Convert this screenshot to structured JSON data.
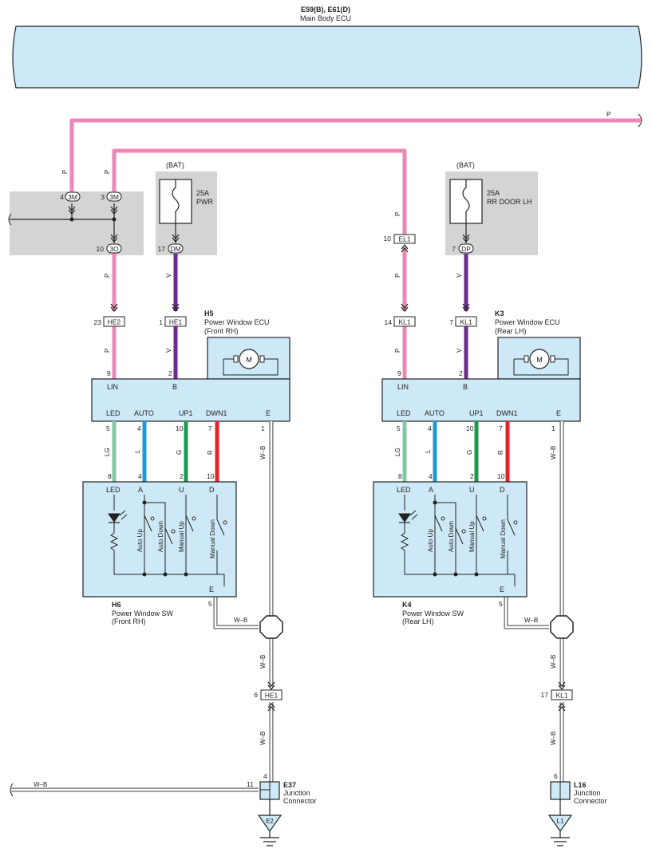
{
  "colors": {
    "pink": "#ef86b8",
    "violet": "#6a2d8f",
    "light_green": "#7fc9a4",
    "blue": "#1d9ad6",
    "green": "#1a9a4a",
    "red": "#e8232a",
    "box_fill": "#cde9f7",
    "grey_fill": "#d4d4d4"
  },
  "main_ecu": {
    "code": "E59(B), E61(D)",
    "name": "Main Body ECU"
  },
  "top_wire_label": "P",
  "fuse_pwr": {
    "source": "(BAT)",
    "rating": "25A",
    "name": "PWR"
  },
  "fuse_rr": {
    "source": "(BAT)",
    "rating": "25A",
    "name": "RR DOOR LH"
  },
  "connectors": {
    "c3m_a": {
      "pin": "4",
      "name": "3M"
    },
    "c3m_b": {
      "pin": "3",
      "name": "3M"
    },
    "c3o": {
      "pin": "10",
      "name": "3O"
    },
    "cdm": {
      "pin": "17",
      "name": "DM"
    },
    "he2": {
      "pin": "23",
      "name": "HE2"
    },
    "he1_b": {
      "pin": "1",
      "name": "HE1"
    },
    "el1": {
      "pin": "10",
      "name": "EL1"
    },
    "cdp": {
      "pin": "7",
      "name": "DP"
    },
    "kl1_a": {
      "pin": "14",
      "name": "KL1"
    },
    "kl1_b": {
      "pin": "7",
      "name": "KL1"
    },
    "he1_e": {
      "pin": "6",
      "name": "HE1"
    },
    "kl1_e": {
      "pin": "17",
      "name": "KL1"
    }
  },
  "wire_codes": {
    "p": "P",
    "v": "V",
    "lg": "LG",
    "l": "L",
    "g": "G",
    "r": "R",
    "wb": "W–B"
  },
  "ecu_front": {
    "code": "H5",
    "name": "Power Window ECU",
    "sub": "(Front RH)",
    "lin_pin": "9",
    "b_pin": "2",
    "labels": {
      "lin": "LIN",
      "b": "B",
      "led": "LED",
      "auto": "AUTO",
      "up1": "UP1",
      "dwn1": "DWN1",
      "e": "E"
    },
    "pins": {
      "led": "5",
      "auto": "4",
      "up1": "10",
      "dwn1": "7",
      "e": "1"
    },
    "motor": "M"
  },
  "ecu_rear": {
    "code": "K3",
    "name": "Power Window ECU",
    "sub": "(Rear LH)",
    "lin_pin": "9",
    "b_pin": "2",
    "labels": {
      "lin": "LIN",
      "b": "B",
      "led": "LED",
      "auto": "AUTO",
      "up1": "UP1",
      "dwn1": "DWN1",
      "e": "E"
    },
    "pins": {
      "led": "5",
      "auto": "4",
      "up1": "10",
      "dwn1": "7",
      "e": "1"
    },
    "motor": "M"
  },
  "sw_front": {
    "code": "H6",
    "name": "Power Window SW",
    "sub": "(Front RH)",
    "pins": {
      "led": "8",
      "a": "4",
      "u": "2",
      "d": "10",
      "e": "5"
    },
    "labels": {
      "led": "LED",
      "a": "A",
      "u": "U",
      "d": "D",
      "e": "E"
    },
    "switches": {
      "auto_up": "Auto Up",
      "auto_down": "Auto Down",
      "manual_up": "Manual Up",
      "manual_down": "Manual Down"
    }
  },
  "sw_rear": {
    "code": "K4",
    "name": "Power Window SW",
    "sub": "(Rear LH)",
    "pins": {
      "led": "8",
      "a": "4",
      "u": "2",
      "d": "10",
      "e": "5"
    },
    "labels": {
      "led": "LED",
      "a": "A",
      "u": "U",
      "d": "D",
      "e": "E"
    },
    "switches": {
      "auto_up": "Auto Up",
      "auto_down": "Auto Down",
      "manual_up": "Manual Up",
      "manual_down": "Manual Down"
    }
  },
  "jc_e37": {
    "code": "E37",
    "name": "Junction",
    "sub": "Connector",
    "pin_top": "4",
    "pin_left": "11",
    "left_wire": "W–B",
    "ground": "E2"
  },
  "jc_l16": {
    "code": "L16",
    "name": "Junction",
    "sub": "Connector",
    "pin_top": "6",
    "ground": "L1"
  }
}
